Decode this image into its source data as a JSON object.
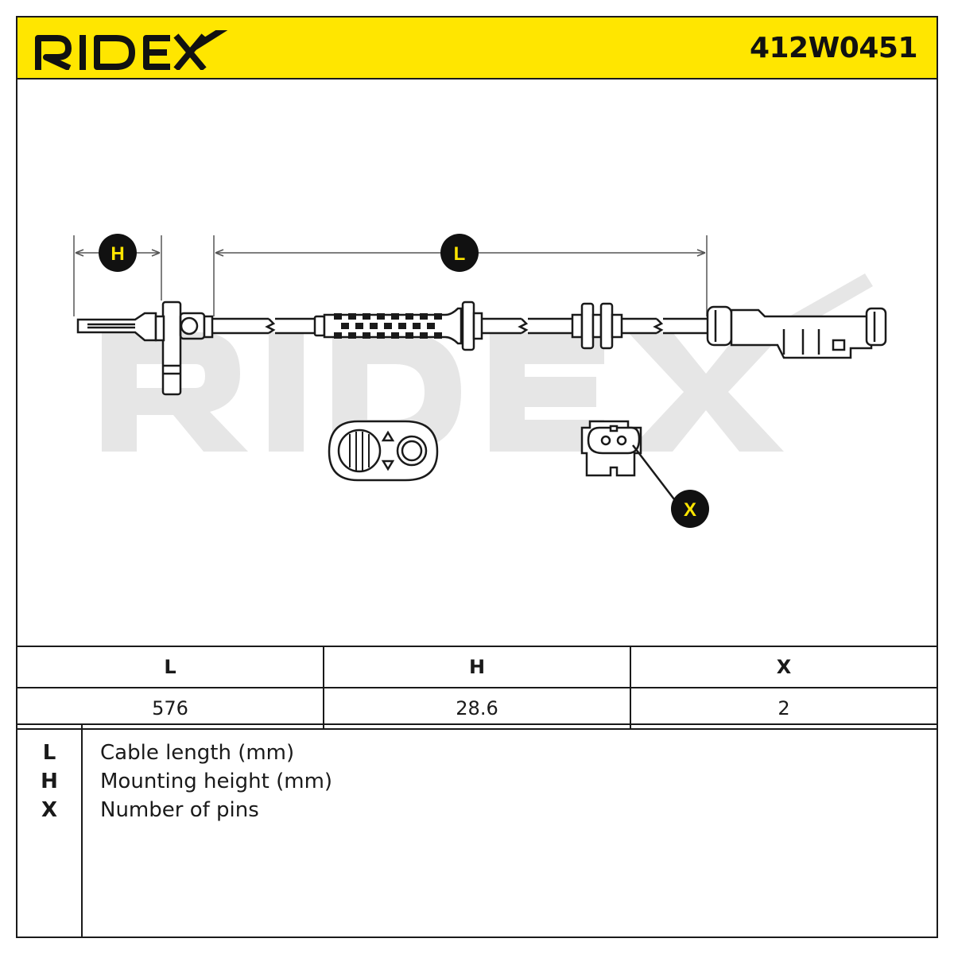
{
  "header": {
    "brand": "RIDEX",
    "part_number": "412W0451",
    "background_color": "#ffe600"
  },
  "drawing": {
    "callouts": {
      "h": "H",
      "l": "L",
      "x": "X"
    },
    "watermark": "RIDEX"
  },
  "dimensions": {
    "headers": [
      "L",
      "H",
      "X"
    ],
    "values": [
      "576",
      "28.6",
      "2"
    ]
  },
  "legend": [
    {
      "key": "L",
      "label": "Cable length (mm)"
    },
    {
      "key": "H",
      "label": "Mounting height (mm)"
    },
    {
      "key": "X",
      "label": "Number of pins"
    }
  ]
}
